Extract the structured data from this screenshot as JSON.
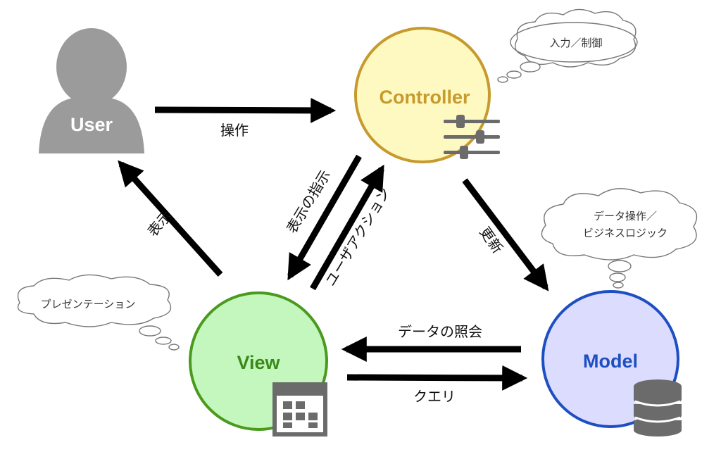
{
  "nodes": {
    "user": {
      "label": "User",
      "color": "#9b9b9b"
    },
    "controller": {
      "label": "Controller",
      "fill": "#fef9c1",
      "stroke": "#c69a2c",
      "text_color": "#c69a2c"
    },
    "view": {
      "label": "View",
      "fill": "#c4f7be",
      "stroke": "#4a9a1e",
      "text_color": "#3a8a1a"
    },
    "model": {
      "label": "Model",
      "fill": "#dcdcff",
      "stroke": "#1e4fc2",
      "text_color": "#1e4fc2"
    }
  },
  "edges": {
    "user_to_controller": "操作",
    "controller_to_view": "表示の指示",
    "view_to_controller": "ユーザアクション",
    "controller_to_model": "更新",
    "view_to_user": "表示",
    "model_to_view": "データの照会",
    "view_to_model": "クエリ"
  },
  "thought_bubbles": {
    "controller": [
      "入力／制御"
    ],
    "model": [
      "データ操作／",
      "ビジネスロジック"
    ],
    "view": [
      "プレゼンテーション"
    ]
  },
  "icons": {
    "controller": "sliders-icon",
    "view": "window-grid-icon",
    "model": "database-icon",
    "user": "person-icon"
  }
}
